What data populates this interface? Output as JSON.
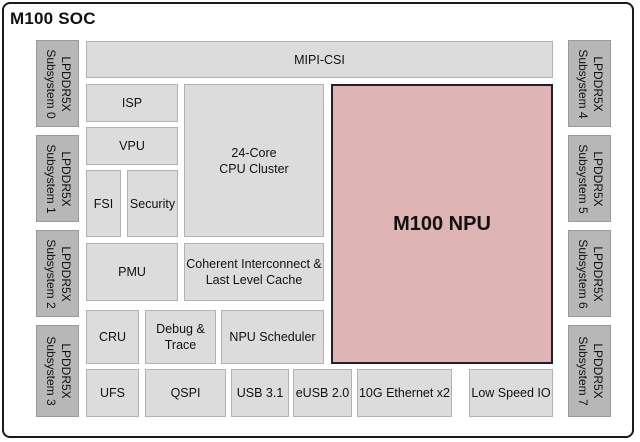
{
  "title": "M100 SOC",
  "npu": "M100 NPU",
  "lpddr_left": [
    "LPDDR5X\nSubsystem 0",
    "LPDDR5X\nSubsystem 1",
    "LPDDR5X\nSubsystem 2",
    "LPDDR5X\nSubsystem 3"
  ],
  "lpddr_right": [
    "LPDDR5X\nSubsystem 4",
    "LPDDR5X\nSubsystem 5",
    "LPDDR5X\nSubsystem 6",
    "LPDDR5X\nSubsystem 7"
  ],
  "blocks": {
    "mipi_csi": "MIPI-CSI",
    "isp": "ISP",
    "vpu": "VPU",
    "fsi": "FSI",
    "security": "Security",
    "cpu_cluster": "24-Core\nCPU Cluster",
    "pmu": "PMU",
    "coherent_interconnect": "Coherent Interconnect &\nLast Level Cache",
    "cru": "CRU",
    "debug_trace": "Debug &\nTrace",
    "npu_scheduler": "NPU Scheduler",
    "ufs": "UFS",
    "qspi": "QSPI",
    "usb": "USB 3.1",
    "eusb": "eUSB 2.0",
    "ethernet": "10G Ethernet x2",
    "low_speed_io": "Low Speed IO"
  }
}
